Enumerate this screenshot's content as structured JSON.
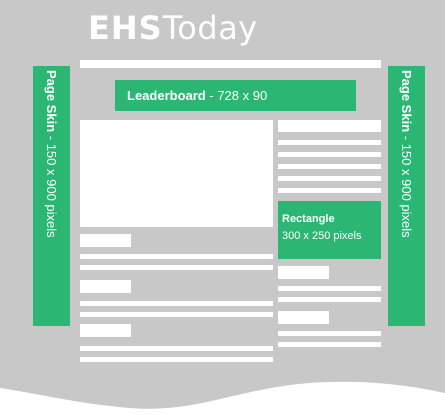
{
  "logo": {
    "bold": "EHS",
    "light": "Today"
  },
  "left_skin": {
    "label": "Page Skin",
    "separator": " - ",
    "size": "150 x 900 pixels"
  },
  "right_skin": {
    "label": "Page Skin",
    "separator": " - ",
    "size": "150 x 900 pixels"
  },
  "leaderboard": {
    "label": "Leaderboard",
    "separator": " - ",
    "size": "728 x 90"
  },
  "rectangle": {
    "label": "Rectangle",
    "size": "300 x 250 pixels"
  },
  "colors": {
    "page": "#c8c8c8",
    "ad": "#2bb673",
    "placeholder": "#ffffff"
  }
}
